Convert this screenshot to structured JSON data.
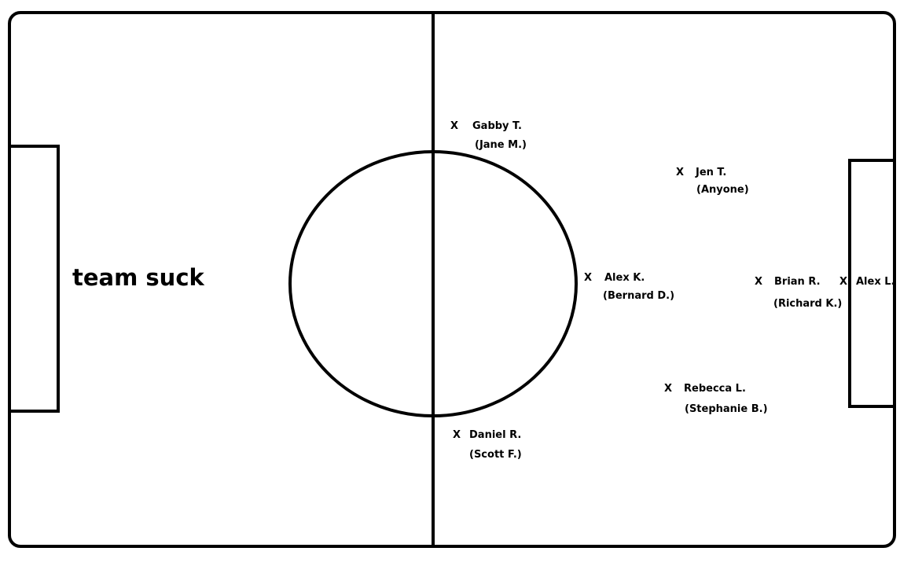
{
  "team_name": "team suck",
  "players": [
    {
      "marker": "X",
      "name": "Gabby T.",
      "sub": "(Jane M.)"
    },
    {
      "marker": "X",
      "name": "Jen T.",
      "sub": "(Anyone)"
    },
    {
      "marker": "X",
      "name": "Alex K.",
      "sub": "(Bernard D.)"
    },
    {
      "marker": "X",
      "name": "Brian R.",
      "sub": "(Richard K.)"
    },
    {
      "marker": "X",
      "name": "Alex L.",
      "sub": ""
    },
    {
      "marker": "X",
      "name": "Rebecca L.",
      "sub": "(Stephanie B.)"
    },
    {
      "marker": "X",
      "name": "Daniel R.",
      "sub": "(Scott F.)"
    }
  ]
}
